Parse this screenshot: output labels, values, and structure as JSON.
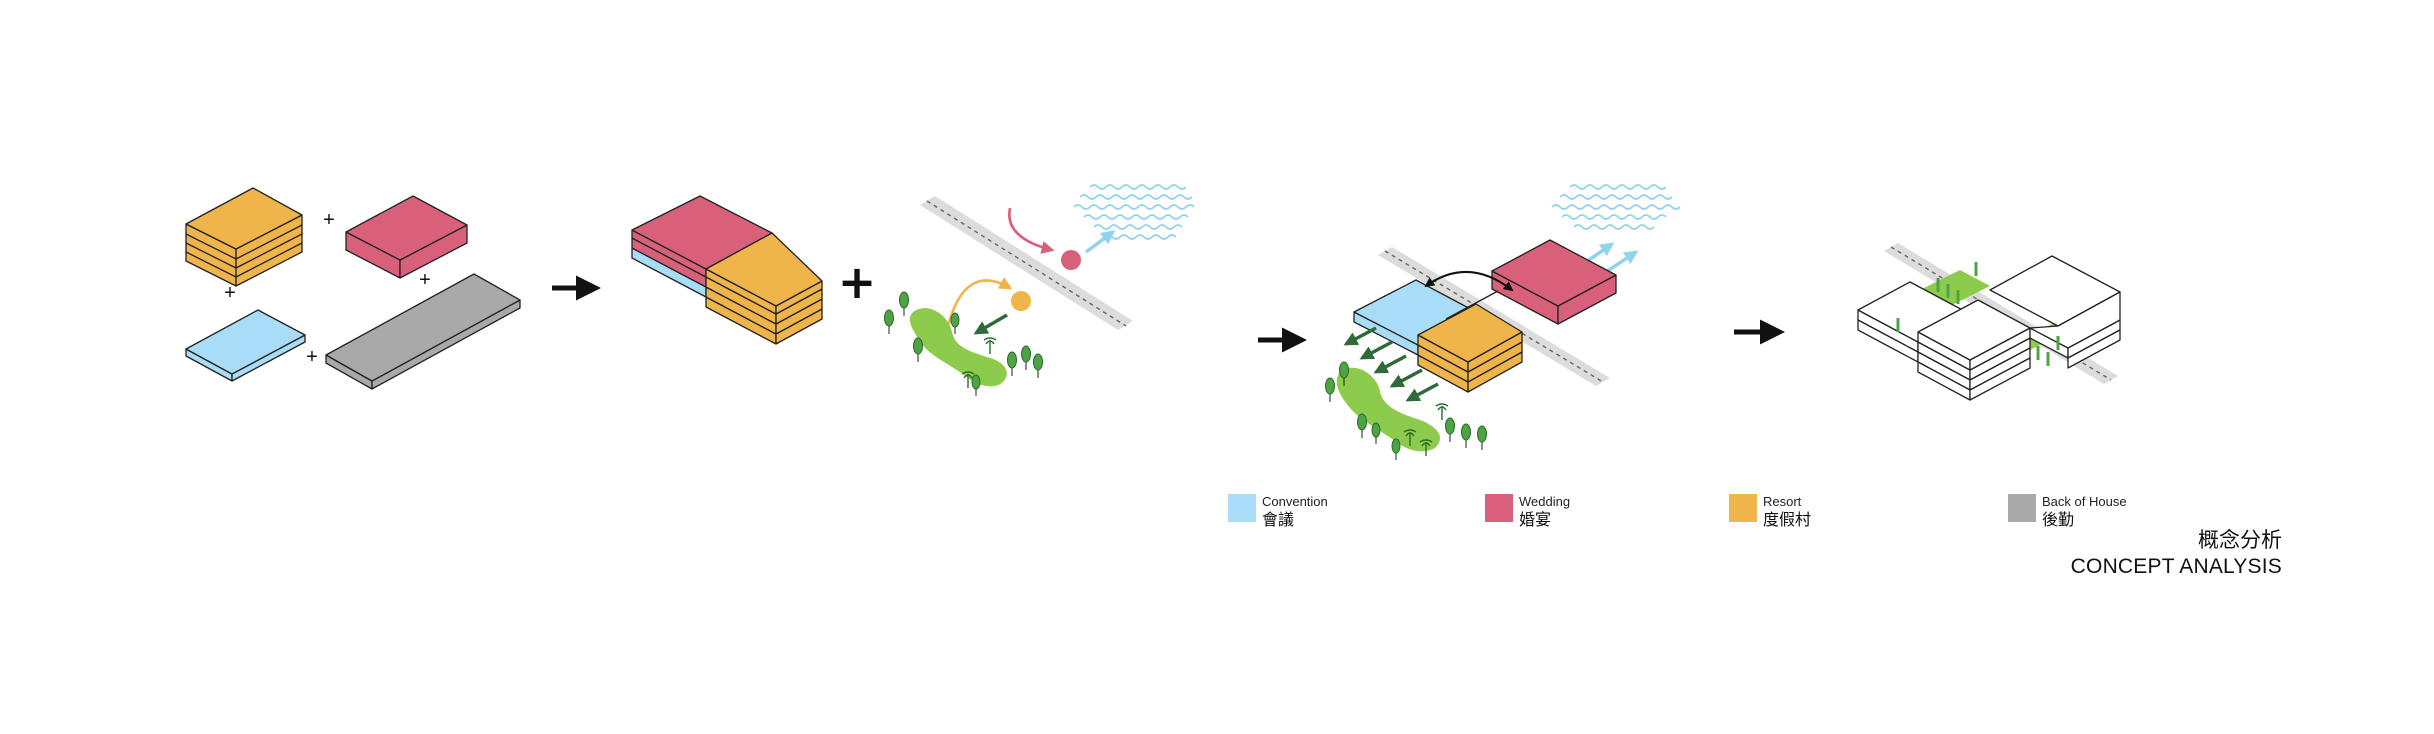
{
  "palette": {
    "convention": "#a8dcf7",
    "wedding": "#d8607a",
    "resort": "#efb54b",
    "back_of_house": "#a9a9a9",
    "green": "#8ccb4c",
    "tree": "#4ea445",
    "arrow_green": "#2f6a3a",
    "water": "#8fd3ec"
  },
  "plus_symbol": "+",
  "legend": [
    {
      "en": "Convention",
      "zh": "會議",
      "color": "#a8dcf7"
    },
    {
      "en": "Wedding",
      "zh": "婚宴",
      "color": "#d8607a"
    },
    {
      "en": "Resort",
      "zh": "度假村",
      "color": "#efb54b"
    },
    {
      "en": "Back of House",
      "zh": "後勤",
      "color": "#a9a9a9"
    }
  ],
  "caption": {
    "zh": "概念分析",
    "en": "CONCEPT ANALYSIS"
  }
}
